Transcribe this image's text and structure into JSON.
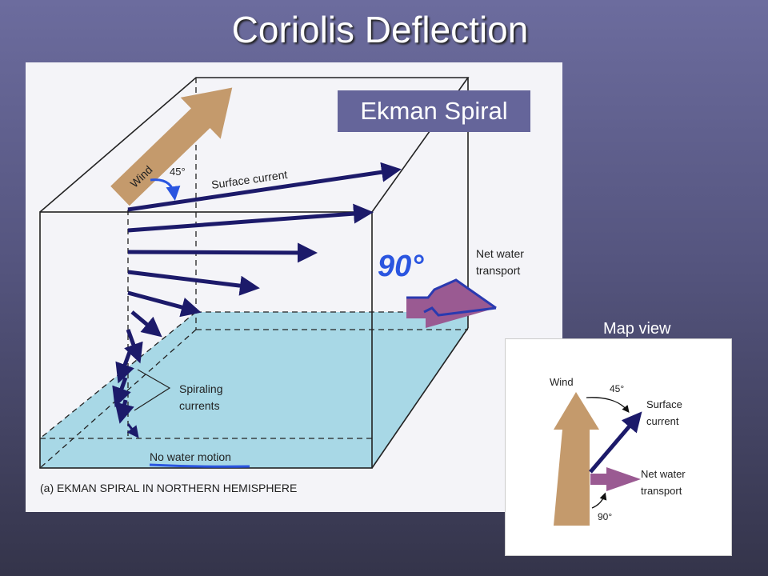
{
  "slide": {
    "title": "Coriolis Deflection"
  },
  "main_diagram": {
    "badge": "Ekman Spiral",
    "wind_label": "Wind",
    "angle_45": "45°",
    "surface_current": "Surface current",
    "handwritten_angle": "90°",
    "net_transport_line1": "Net water",
    "net_transport_line2": "transport",
    "spiraling_line1": "Spiraling",
    "spiraling_line2": "currents",
    "no_motion": "No water motion",
    "caption": "(a) EKMAN SPIRAL IN NORTHERN HEMISPHERE"
  },
  "map_view": {
    "label": "Map view",
    "wind": "Wind",
    "angle_45": "45°",
    "surface_line1": "Surface",
    "surface_line2": "current",
    "net_line1": "Net water",
    "net_line2": "transport",
    "angle_90": "90°"
  },
  "colors": {
    "wind": "#c49a6c",
    "current": "#1c1a6a",
    "transport": "#9a5a92",
    "water": "#a8d8e6",
    "highlight": "#2a55e0"
  }
}
